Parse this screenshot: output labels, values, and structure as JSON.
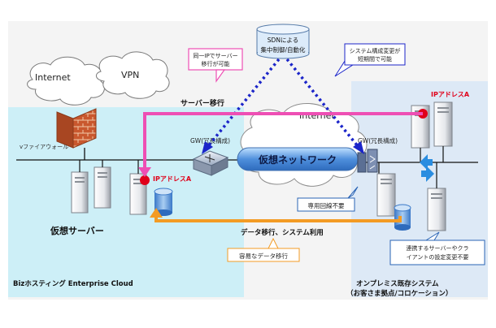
{
  "clouds": {
    "internet_left": "Internet",
    "vpn": "VPN",
    "internet_center": "Internet"
  },
  "sdn_box": {
    "line1": "SDNによる",
    "line2": "集中制御/自動化"
  },
  "callouts": {
    "same_ip_line1": "同一IPでサーバー",
    "same_ip_line2": "移行が可能",
    "config_line1": "システム構成変更が",
    "config_line2": "短期間で可能",
    "dedicated_line": "専用回線不要",
    "easy_migration": "容易なデータ移行",
    "client_line1": "連携するサーバーやクラ",
    "client_line2": "イアントの設定変更不要"
  },
  "labels": {
    "server_migration": "サーバー移行",
    "firewall": "vファイアウォール",
    "gw_left": "GW(冗長構成)",
    "gw_right": "GW(冗長構成)",
    "ip_left": "IPアドレスA",
    "ip_right": "IPアドレスA",
    "virtual_network": "仮想ネットワーク",
    "virtual_server": "仮想サーバー",
    "data_migration": "データ移行、システム利用",
    "biz_cloud": "Bizホスティング Enterprise Cloud",
    "onprem_line1": "オンプレミス既存システム",
    "onprem_line2": "（お客さま拠点/コロケーション）"
  },
  "colors": {
    "left_panel": "#cdeff7",
    "right_panel": "#dde9f6",
    "migration_arrow": "#ee4fb4",
    "data_arrow": "#f39b24",
    "sdn_dots": "#1b25c9",
    "network_bar": "#4f8fdc",
    "ip_dot": "#e0001a"
  },
  "icons": [
    "brick-firewall-icon",
    "router-gateway-icon",
    "tower-server-icon",
    "database-cylinder-icon",
    "cloud-icon",
    "swap-arrows-icon"
  ]
}
